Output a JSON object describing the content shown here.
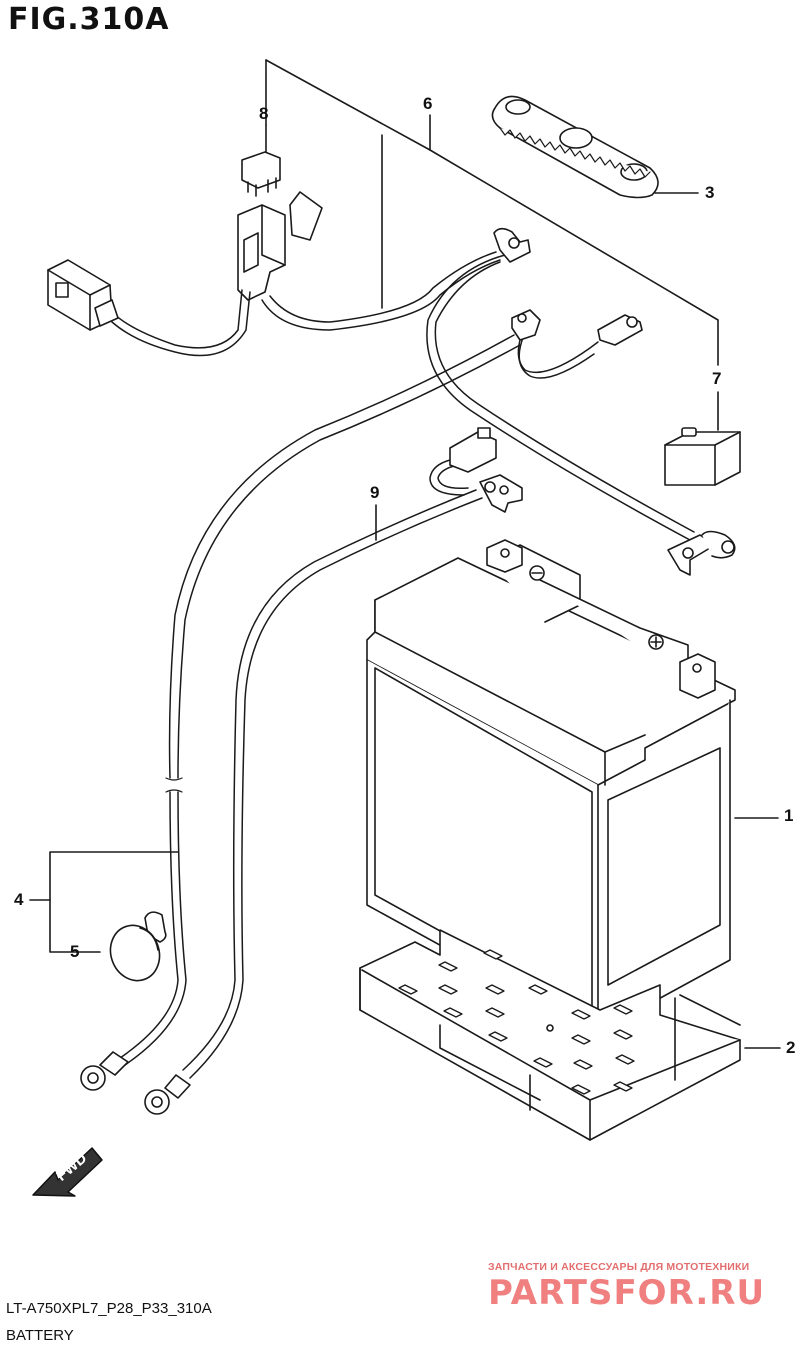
{
  "figure": {
    "title": "FIG.310A",
    "model_code": "LT-A750XPL7_P28_P33_310A",
    "name": "BATTERY",
    "fwd_label": "FWD"
  },
  "callouts": [
    {
      "id": "1",
      "label": "1"
    },
    {
      "id": "2",
      "label": "2"
    },
    {
      "id": "3",
      "label": "3"
    },
    {
      "id": "4",
      "label": "4"
    },
    {
      "id": "5",
      "label": "5"
    },
    {
      "id": "6",
      "label": "6"
    },
    {
      "id": "7",
      "label": "7"
    },
    {
      "id": "8",
      "label": "8"
    },
    {
      "id": "9",
      "label": "9"
    }
  ],
  "watermark": {
    "tagline": "ЗАПЧАСТИ И АКСЕССУАРЫ ДЛЯ МОТОТЕХНИКИ",
    "brand": "PARTSFOR.RU"
  },
  "battery_terminals": {
    "negative": "−",
    "positive": "+"
  },
  "colors": {
    "line": "#1a1a1a",
    "watermark": "#f07f7f"
  }
}
